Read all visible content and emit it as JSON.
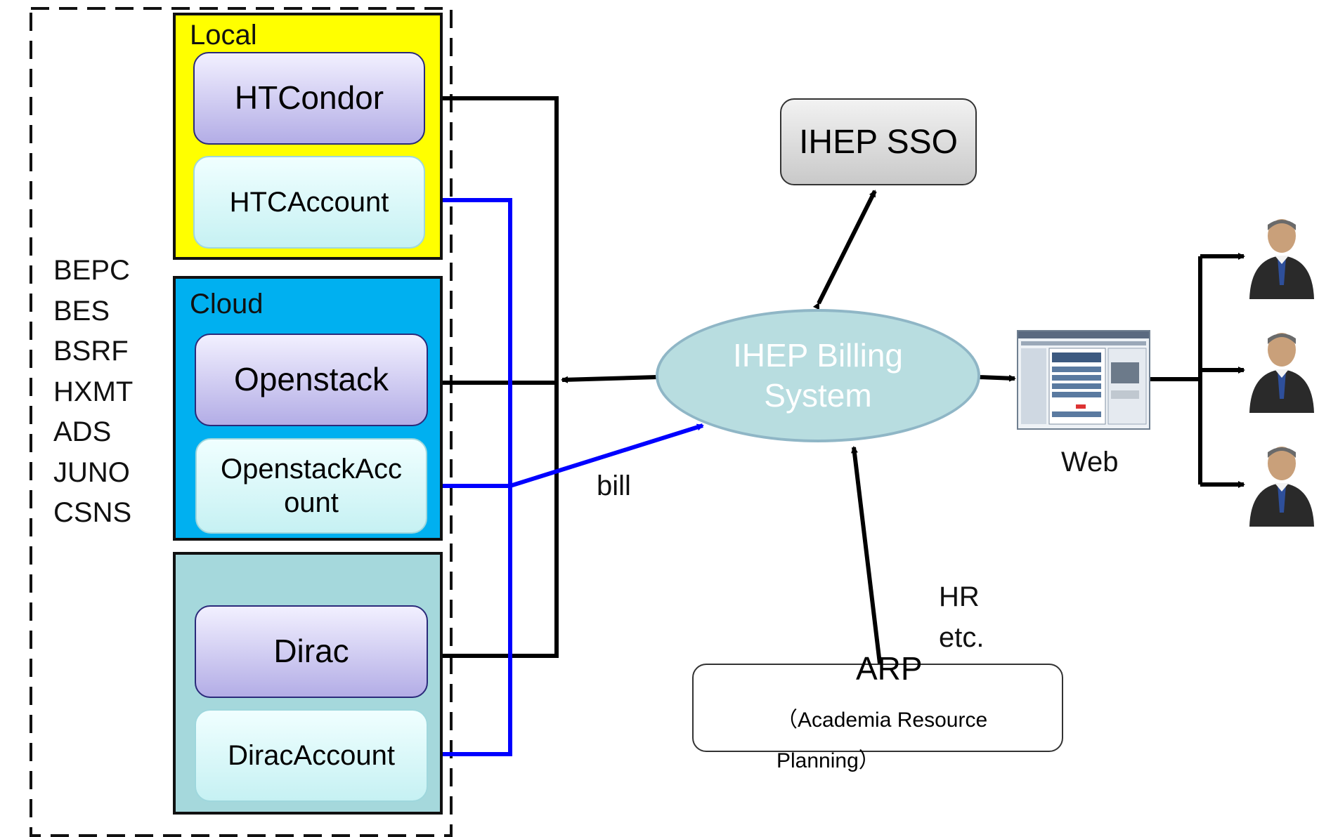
{
  "diagram": {
    "groups": {
      "local": {
        "title": "Local",
        "color": "#ffff00"
      },
      "cloud": {
        "title": "Cloud",
        "color": "#00b0f0"
      },
      "grid": {
        "title": "",
        "color": "#a5d8dc"
      }
    },
    "services": {
      "htcondor": "HTCondor",
      "htcaccount": "HTCAccount",
      "openstack": "Openstack",
      "openstackaccount": "OpenstackAcc\nount",
      "dirac": "Dirac",
      "diracaccount": "DiracAccount"
    },
    "experiments": [
      "BEPC",
      "BES",
      "BSRF",
      "HXMT",
      "ADS",
      "JUNO",
      "CSNS"
    ],
    "sso": "IHEP SSO",
    "billing": {
      "line1": "IHEP Billing",
      "line2": "System"
    },
    "labels": {
      "bill": "bill",
      "web": "Web",
      "hr": "HR",
      "etc": "etc."
    },
    "erp": {
      "name": "ARP",
      "full_open": "（",
      "full": "Academia Resource Planning",
      "full_close": "）"
    },
    "colors": {
      "account_link": "#0000ff",
      "service_link": "#000000"
    }
  }
}
